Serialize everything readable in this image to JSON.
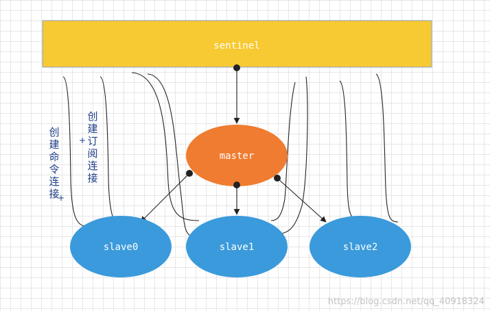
{
  "nodes": {
    "sentinel": {
      "label": "sentinel",
      "color": "#f7c932",
      "border": "#8aa0c0"
    },
    "master": {
      "label": "master",
      "color": "#ef7c30"
    },
    "slave0": {
      "label": "slave0",
      "color": "#3a9adb"
    },
    "slave1": {
      "label": "slave1",
      "color": "#3a9adb"
    },
    "slave2": {
      "label": "slave2",
      "color": "#3a9adb"
    }
  },
  "annotations": {
    "command_connection": "创建命令连接",
    "subscribe_connection": "创建订阅连接",
    "plus": "+"
  },
  "watermark": "https://blog.csdn.net/qq_40918324"
}
